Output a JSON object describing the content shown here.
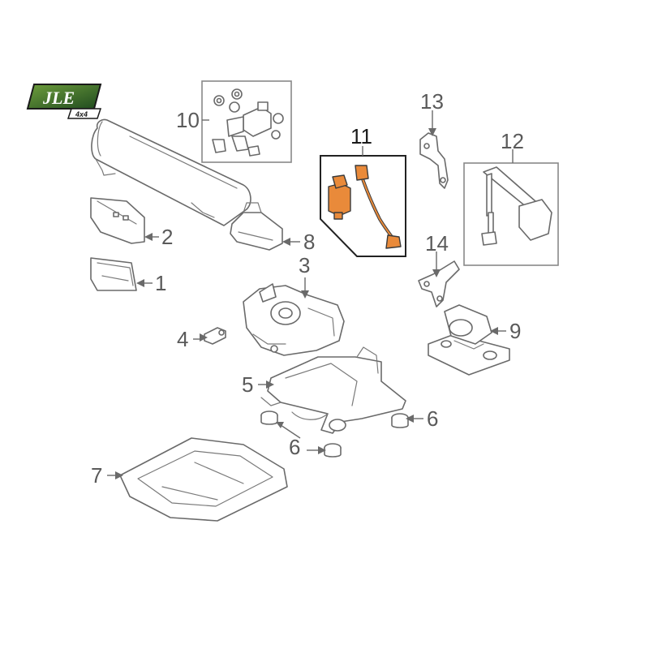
{
  "logo": {
    "text": "JLE",
    "sub": "4x4",
    "colors": {
      "green_dark": "#1f4a1f",
      "green_light": "#6e9e3c"
    }
  },
  "callouts": [
    {
      "id": "1",
      "label": "1"
    },
    {
      "id": "2",
      "label": "2"
    },
    {
      "id": "3",
      "label": "3"
    },
    {
      "id": "4",
      "label": "4"
    },
    {
      "id": "5",
      "label": "5"
    },
    {
      "id": "6a",
      "label": "6"
    },
    {
      "id": "6b",
      "label": "6"
    },
    {
      "id": "7",
      "label": "7"
    },
    {
      "id": "8",
      "label": "8"
    },
    {
      "id": "9",
      "label": "9"
    },
    {
      "id": "10",
      "label": "10"
    },
    {
      "id": "11",
      "label": "11"
    },
    {
      "id": "12",
      "label": "12"
    },
    {
      "id": "13",
      "label": "13"
    },
    {
      "id": "14",
      "label": "14"
    }
  ],
  "colors": {
    "highlight": "#e98a3a",
    "line": "#6a6a6a"
  }
}
